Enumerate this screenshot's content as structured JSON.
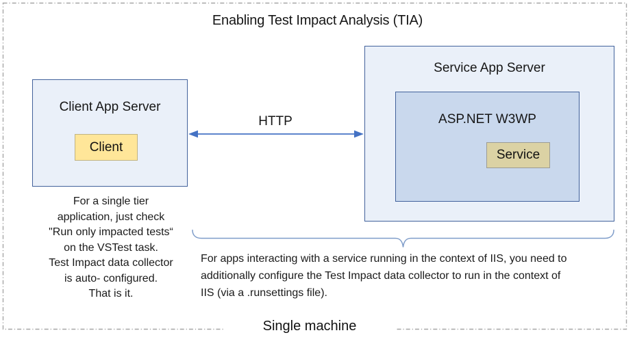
{
  "title": "Enabling Test Impact Analysis (TIA)",
  "client_app_server": {
    "label": "Client App Server",
    "component_label": "Client",
    "note": "For a single tier\napplication, just check\n\"Run only impacted tests“\non the VSTest task.\nTest Impact data collector\nis auto- configured.\nThat is it."
  },
  "service_app_server": {
    "label": "Service App Server",
    "process_label": "ASP.NET W3WP",
    "component_label": "Service"
  },
  "connection": {
    "label": "HTTP"
  },
  "brace_note": "For apps interacting with a service running in the context of IIS, you need to\nadditionally configure the Test Impact data collector to run in the context of\nIIS (via a .runsettings file).",
  "footer": {
    "label": "Single machine"
  },
  "colors": {
    "box_fill": "#EAF0F9",
    "box_border": "#41619B",
    "process_fill": "#C9D8ED",
    "client_fill": "#FFE699",
    "client_border": "#C0B382",
    "service_fill": "#DBD2A4",
    "service_border": "#9C9C94",
    "arrow": "#4472C4",
    "brace": "#7E9CC9",
    "dashed_border": "#A6A6A6"
  }
}
